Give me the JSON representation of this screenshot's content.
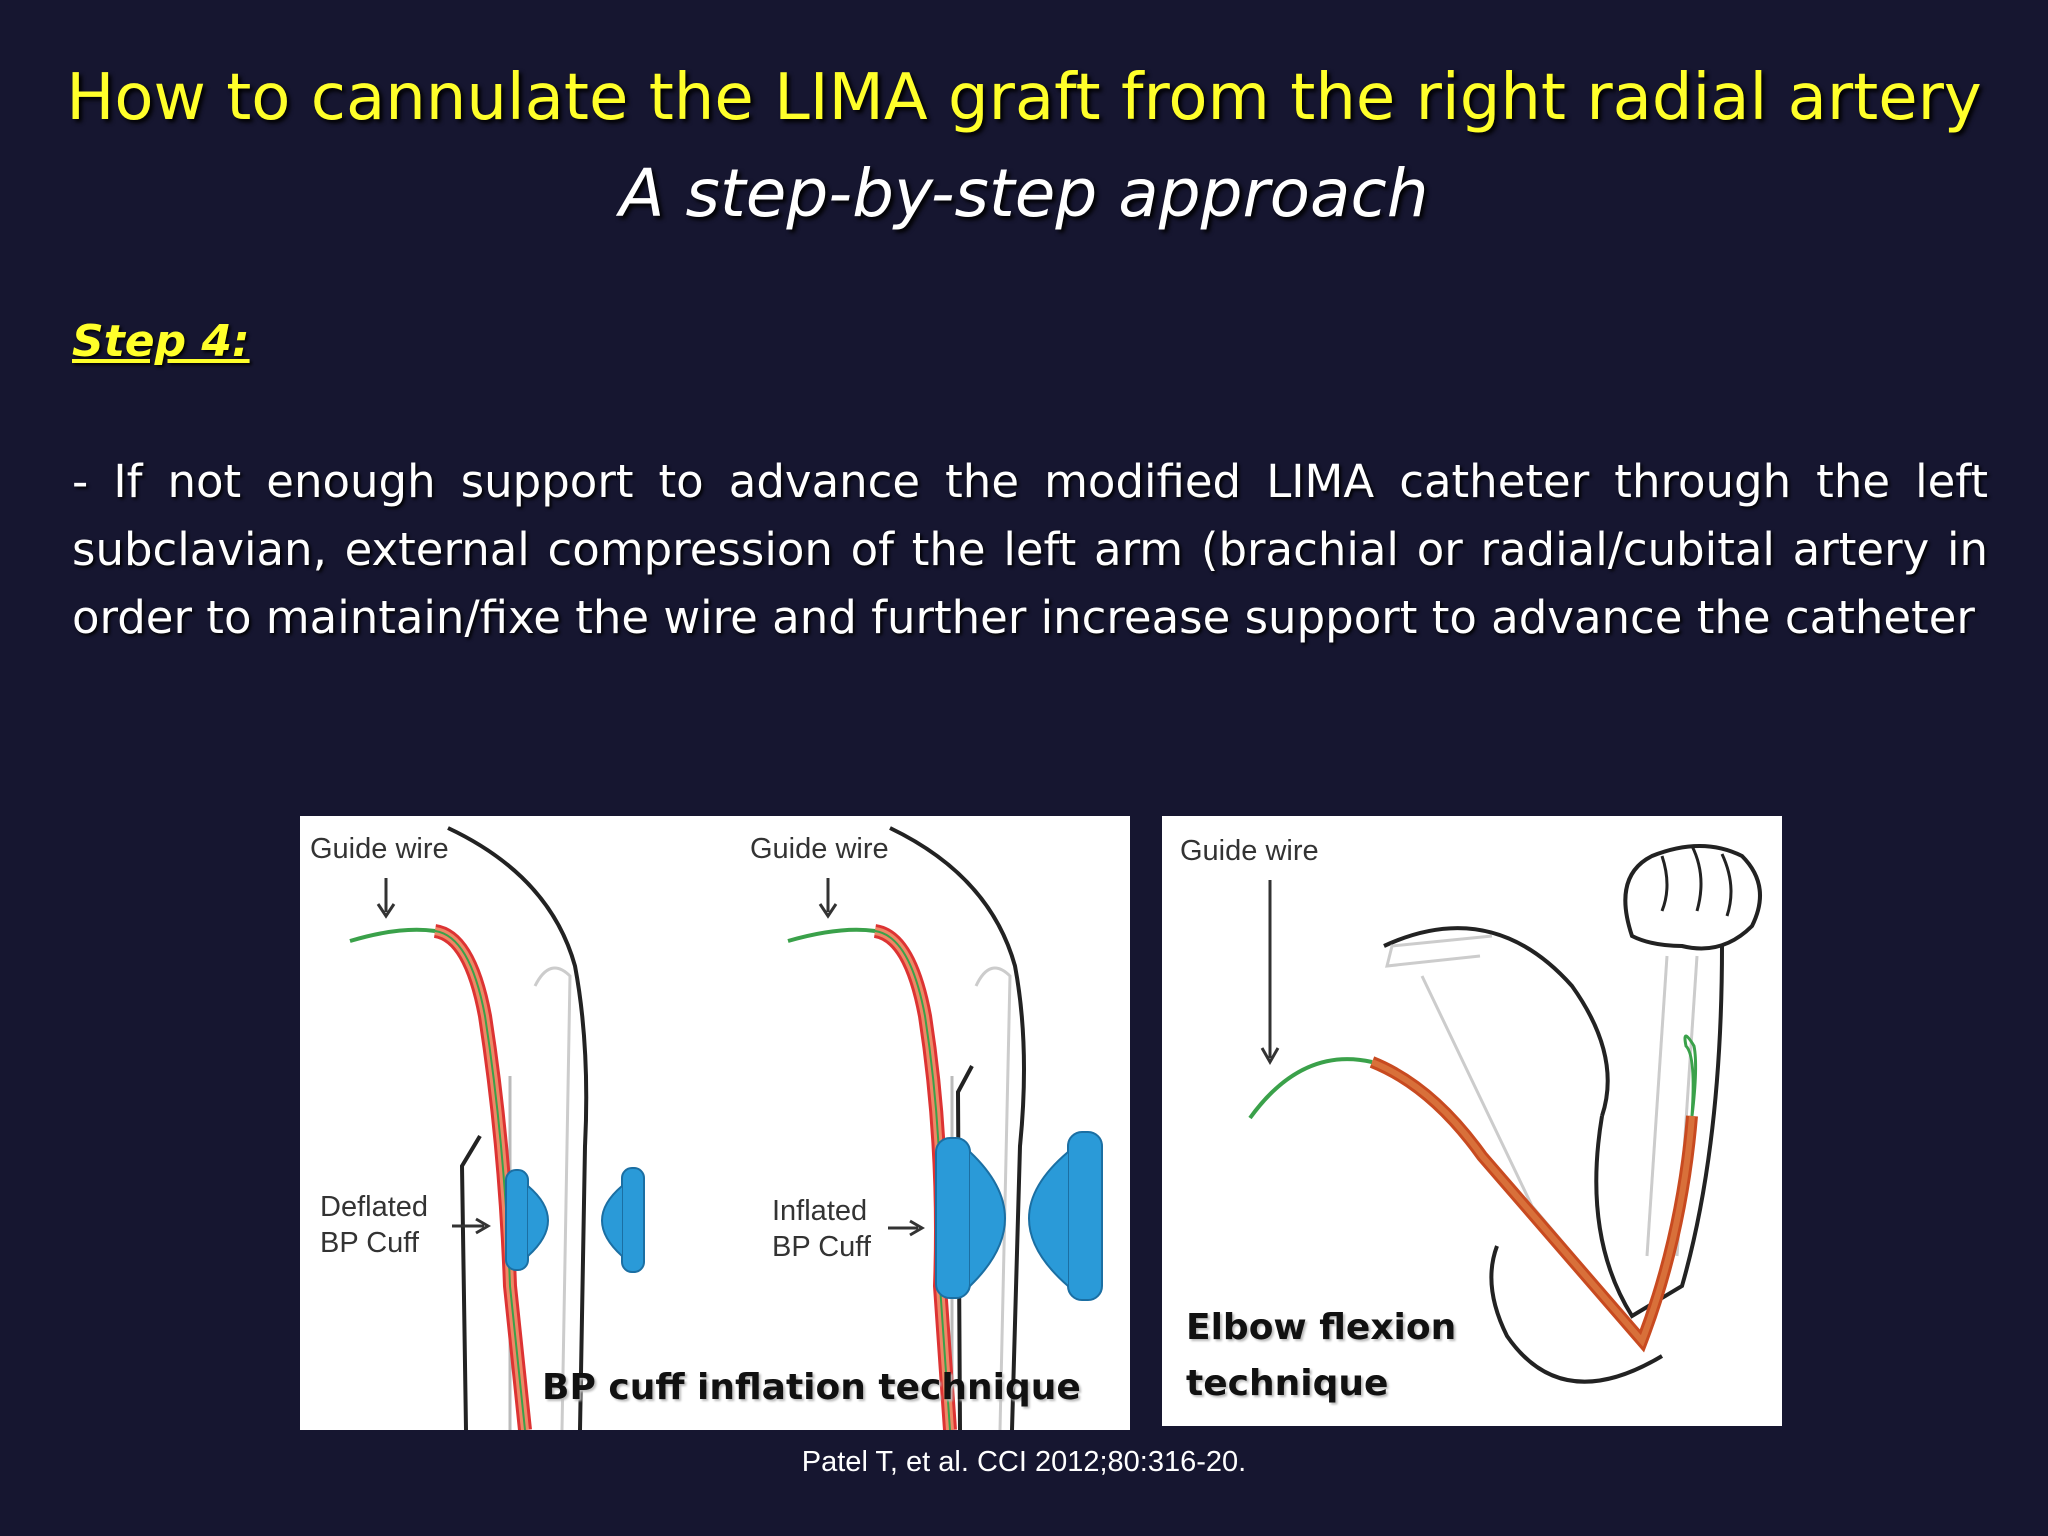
{
  "slide": {
    "title": "How to cannulate the LIMA graft from the right radial artery",
    "subtitle": "A step-by-step approach",
    "step_label": "Step 4:",
    "body": "- If not enough support to advance the modified LIMA catheter through the left subclavian, external compression of the left arm (brachial or radial/cubital artery in order to maintain/fixe the wire and further increase support to advance the catheter",
    "citation": "Patel T, et al. CCI 2012;80:316-20."
  },
  "figure_cuff": {
    "guide_wire_left": "Guide wire",
    "guide_wire_right": "Guide wire",
    "deflated_line1": "Deflated",
    "deflated_line2": "BP Cuff",
    "inflated_line1": "Inflated",
    "inflated_line2": "BP Cuff",
    "caption": "BP cuff inflation technique"
  },
  "figure_elbow": {
    "guide_wire": "Guide wire",
    "caption_line1": "Elbow flexion",
    "caption_line2": "technique"
  },
  "colors": {
    "background": "#161630",
    "title": "#ffff2a",
    "cuff_blue": "#2a9ad8",
    "catheter_red": "#d2562a",
    "wire_green": "#3aa14a"
  }
}
